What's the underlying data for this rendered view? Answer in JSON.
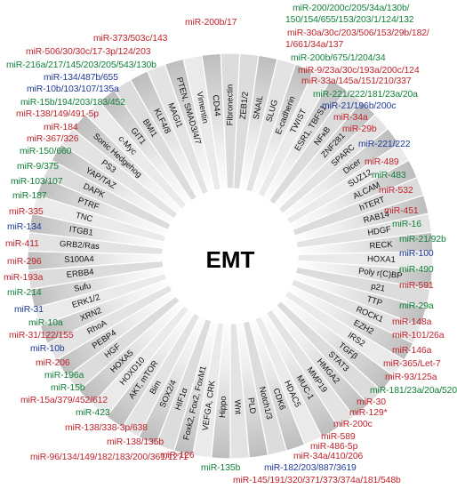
{
  "center_label": "EMT",
  "ring_genes": [
    "ZEB1/2",
    "SNAIL",
    "SLUG",
    "E-cadherin",
    "TWIST",
    "ESR1, TBFS1",
    "NFκB",
    "ZNF281",
    "SPARC",
    "Dicer",
    "SUZ12",
    "ALCAM",
    "hTERT",
    "RAB14",
    "HDGF",
    "RECK",
    "HOXA1",
    "Poly r(C)BP",
    "p21",
    "TTP",
    "ROCK1",
    "EZH2",
    "IRS2",
    "TGFβ",
    "STAT3",
    "HMGA2",
    "MMP19",
    "MUC-1",
    "HDAC5",
    "CDK6",
    "Notch1/3",
    "PLD",
    "Wnt",
    "Hippo",
    "VEFGA, CRK",
    "Foxk2, Fox2, FoxM1",
    "HIF1α",
    "SOX2/4",
    "Bim",
    "AKT, mTOR",
    "HOXD10",
    "HOXA5",
    "HGF",
    "PEBP4",
    "RhoA",
    "XRN2",
    "ERK1/2",
    "Sufu",
    "ERBB4",
    "S100A4",
    "GRB2/Ras",
    "ITGB1",
    "TNC",
    "PTRF",
    "DAPK",
    "YAP/TAZ",
    "PS3",
    "Sonic Hedgehog",
    "c-Myc",
    "GIT1",
    "BMI1",
    "KLF4/8",
    "MAGI1",
    "PTEN, SMAD3/4/7",
    "Vimentin",
    "CD44",
    "Fibronectin"
  ],
  "mirna_labels": [
    {
      "text": "miR-200/200c/205/34a/130b/",
      "color": "#12813a"
    },
    {
      "text": "150/154/655/153/203/1/124/132",
      "color": "#12813a"
    },
    {
      "text": "miR-30a/30c/203/506/153/29b/182/",
      "color": "#c0232c"
    },
    {
      "text": "1/661/34a/137",
      "color": "#c0232c"
    },
    {
      "text": "miR-200b/675/1/204/34",
      "color": "#12813a"
    },
    {
      "text": "miR-9/23a/30c/193a/200c/124",
      "color": "#c0232c"
    },
    {
      "text": "miR-33a/145a/151/210/337",
      "color": "#c0232c"
    },
    {
      "text": "miR-221/222/181/23a/20a",
      "color": "#12813a"
    },
    {
      "text": "miR-21/196b/200c",
      "color": "#1f3a9a"
    },
    {
      "text": "miR-34a",
      "color": "#c0232c"
    },
    {
      "text": "miR-29b",
      "color": "#c0232c"
    },
    {
      "text": "miR-221/222",
      "color": "#1f3a9a"
    },
    {
      "text": "miR-489",
      "color": "#c0232c"
    },
    {
      "text": "miR-483",
      "color": "#12813a"
    },
    {
      "text": "miR-532",
      "color": "#c0232c"
    },
    {
      "text": "miR-451",
      "color": "#c0232c"
    },
    {
      "text": "miR-16",
      "color": "#12813a"
    },
    {
      "text": "miR-21/92b",
      "color": "#12813a"
    },
    {
      "text": "miR-100",
      "color": "#1f3a9a"
    },
    {
      "text": "miR-490",
      "color": "#12813a"
    },
    {
      "text": "miR-591",
      "color": "#c0232c"
    },
    {
      "text": "miR-29a",
      "color": "#12813a"
    },
    {
      "text": "miR-148a",
      "color": "#c0232c"
    },
    {
      "text": "miR-101/26a",
      "color": "#c0232c"
    },
    {
      "text": "miR-146a",
      "color": "#c0232c"
    },
    {
      "text": "miR-365/Let-7",
      "color": "#c0232c"
    },
    {
      "text": "miR-93/125a",
      "color": "#c0232c"
    },
    {
      "text": "miR-181/23a/20a/520f",
      "color": "#12813a"
    },
    {
      "text": "miR-30",
      "color": "#c0232c"
    },
    {
      "text": "miR-129*",
      "color": "#c0232c"
    },
    {
      "text": "miR-200c",
      "color": "#c0232c"
    },
    {
      "text": "miR-589",
      "color": "#c0232c"
    },
    {
      "text": "miR-486-5p",
      "color": "#c0232c"
    },
    {
      "text": "miR-34a/410/206",
      "color": "#c0232c"
    },
    {
      "text": "miR-182/203/887/3619",
      "color": "#1f3a9a"
    },
    {
      "text": "miR-145/191/320/371/373/374a/181/548b",
      "color": "#c0232c"
    },
    {
      "text": "miR-135b",
      "color": "#12813a"
    },
    {
      "text": "miR-126",
      "color": "#c0232c"
    },
    {
      "text": "miR-138/135b",
      "color": "#c0232c"
    },
    {
      "text": "miR-96/134/149/182/183/200/361/1271",
      "color": "#c0232c"
    },
    {
      "text": "miR-138/338-3p/638",
      "color": "#c0232c"
    },
    {
      "text": "miR-423",
      "color": "#12813a"
    },
    {
      "text": "miR-15a/379/452/612",
      "color": "#c0232c"
    },
    {
      "text": "miR-15b",
      "color": "#12813a"
    },
    {
      "text": "miR-196a",
      "color": "#12813a"
    },
    {
      "text": "miR-206",
      "color": "#c0232c"
    },
    {
      "text": "miR-10b",
      "color": "#1f3a9a"
    },
    {
      "text": "miR-31/122/155",
      "color": "#c0232c"
    },
    {
      "text": "miR-10a",
      "color": "#12813a"
    },
    {
      "text": "miR-31",
      "color": "#1f3a9a"
    },
    {
      "text": "miR-214",
      "color": "#12813a"
    },
    {
      "text": "miR-193a",
      "color": "#c0232c"
    },
    {
      "text": "miR-296",
      "color": "#c0232c"
    },
    {
      "text": "miR-411",
      "color": "#c0232c"
    },
    {
      "text": "miR-134",
      "color": "#1f3a9a"
    },
    {
      "text": "miR-335",
      "color": "#c0232c"
    },
    {
      "text": "miR-187",
      "color": "#12813a"
    },
    {
      "text": "miR-103/107",
      "color": "#12813a"
    },
    {
      "text": "miR-9/375",
      "color": "#12813a"
    },
    {
      "text": "miR-150/660",
      "color": "#12813a"
    },
    {
      "text": "miR-367/326",
      "color": "#c0232c"
    },
    {
      "text": "miR-184",
      "color": "#c0232c"
    },
    {
      "text": "miR-138/149/491-5p",
      "color": "#c0232c"
    },
    {
      "text": "miR-15b/194/203/183/452",
      "color": "#12813a"
    },
    {
      "text": "miR-10b/103/107/135a",
      "color": "#1f3a9a"
    },
    {
      "text": "miR-134/487b/655",
      "color": "#1f3a9a"
    },
    {
      "text": "miR-216a/217/145/203/205/543/130b",
      "color": "#12813a"
    },
    {
      "text": "miR-506/30/30c/17-3p/124/203",
      "color": "#c0232c"
    },
    {
      "text": "miR-373/503c/143",
      "color": "#c0232c"
    },
    {
      "text": "miR-200b/17",
      "color": "#c0232c"
    }
  ]
}
